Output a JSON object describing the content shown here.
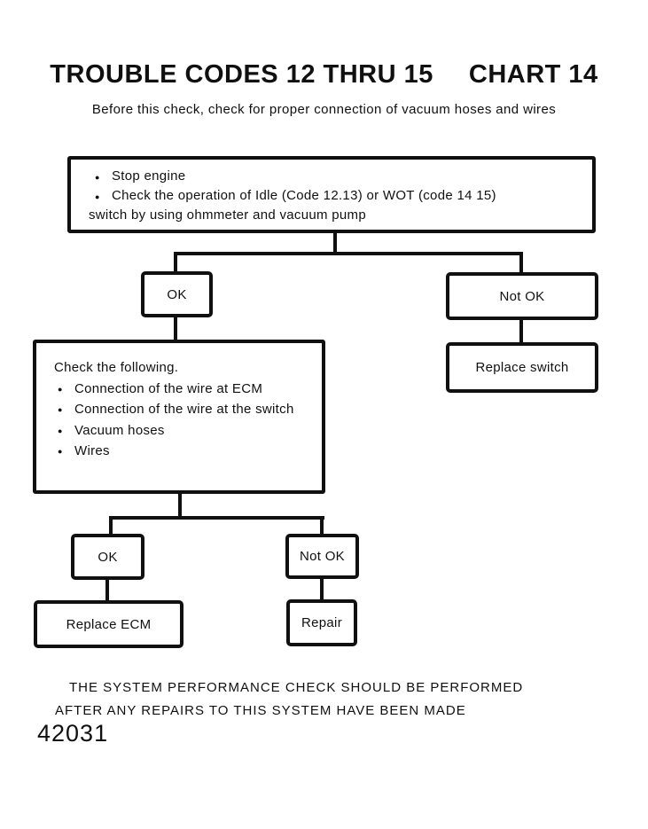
{
  "page": {
    "title": {
      "left": "TROUBLE CODES 12 THRU 15",
      "right": "CHART 14"
    },
    "subtitle": "Before this check, check for proper connection of vacuum hoses and wires",
    "footer": {
      "line1": "THE SYSTEM PERFORMANCE CHECK SHOULD BE PERFORMED",
      "line2": "AFTER ANY REPAIRS TO THIS SYSTEM HAVE BEEN MADE"
    },
    "figure_number": "42031"
  },
  "icons": {
    "bullet": "●"
  },
  "colors": {
    "ink": "#101010",
    "paper": "#ffffff"
  },
  "flowchart": {
    "start_box": {
      "line1": "Stop engine",
      "line2": "Check the operation of Idle (Code 12.13) or WOT (code 14 15)",
      "line3": "switch by using ohmmeter and vacuum pump"
    },
    "branch1": {
      "ok": "OK",
      "not_ok": "Not OK"
    },
    "replace_switch": "Replace switch",
    "check_box": {
      "heading": "Check the following.",
      "items": [
        "Connection of the wire at ECM",
        "Connection of the wire at the switch",
        "Vacuum hoses",
        "Wires"
      ]
    },
    "branch2": {
      "ok": "OK",
      "not_ok": "Not OK"
    },
    "replace_ecm": "Replace ECM",
    "repair": "Repair"
  }
}
